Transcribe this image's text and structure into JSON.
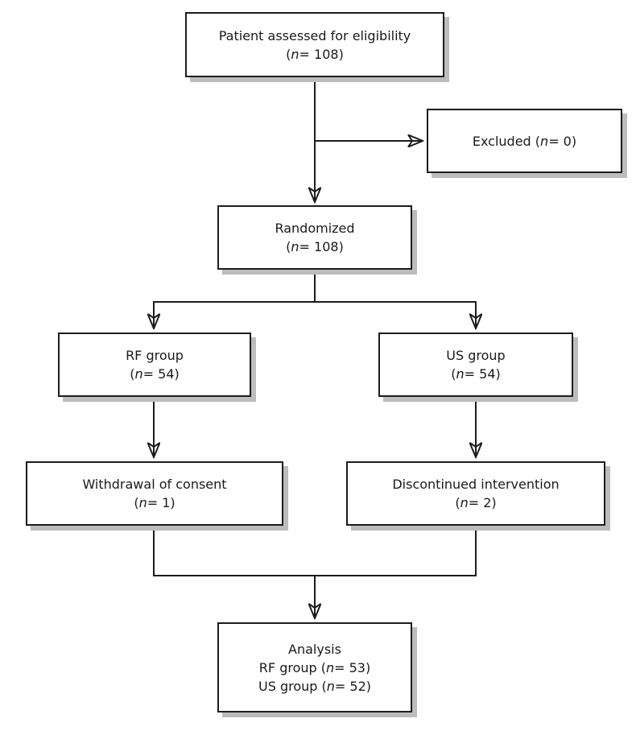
{
  "colors": {
    "border-color": "#1c1c1c",
    "shadow-color": "#bcbcbc",
    "box-fill": "#ffffff",
    "bg": "#ffffff",
    "text-color": "#1a1a1a"
  },
  "diagram": {
    "type": "consort-flowchart",
    "nodes": {
      "eligibility": {
        "lines": [
          {
            "pre": "Patient assessed for eligibility",
            "n": "",
            "post": ""
          },
          {
            "pre": "(",
            "n": "n",
            "post": "= 108)"
          }
        ]
      },
      "excluded": {
        "lines": [
          {
            "pre": "Excluded (",
            "n": "n",
            "post": "= 0)"
          }
        ]
      },
      "randomized": {
        "lines": [
          {
            "pre": "Randomized",
            "n": "",
            "post": ""
          },
          {
            "pre": "(",
            "n": "n",
            "post": "= 108)"
          }
        ]
      },
      "rf_group": {
        "lines": [
          {
            "pre": "RF group",
            "n": "",
            "post": ""
          },
          {
            "pre": "(",
            "n": "n",
            "post": "= 54)"
          }
        ]
      },
      "us_group": {
        "lines": [
          {
            "pre": "US group",
            "n": "",
            "post": ""
          },
          {
            "pre": "(",
            "n": "n",
            "post": "= 54)"
          }
        ]
      },
      "withdrawal": {
        "lines": [
          {
            "pre": "Withdrawal of consent",
            "n": "",
            "post": ""
          },
          {
            "pre": "(",
            "n": "n",
            "post": "= 1)"
          }
        ]
      },
      "discontinued": {
        "lines": [
          {
            "pre": "Discontinued intervention",
            "n": "",
            "post": ""
          },
          {
            "pre": "(",
            "n": "n",
            "post": "= 2)"
          }
        ]
      },
      "analysis": {
        "lines": [
          {
            "pre": "Analysis",
            "n": "",
            "post": ""
          },
          {
            "pre": "RF group (",
            "n": "n",
            "post": "= 53)"
          },
          {
            "pre": "US group (",
            "n": "n",
            "post": "= 52)"
          }
        ]
      }
    }
  }
}
